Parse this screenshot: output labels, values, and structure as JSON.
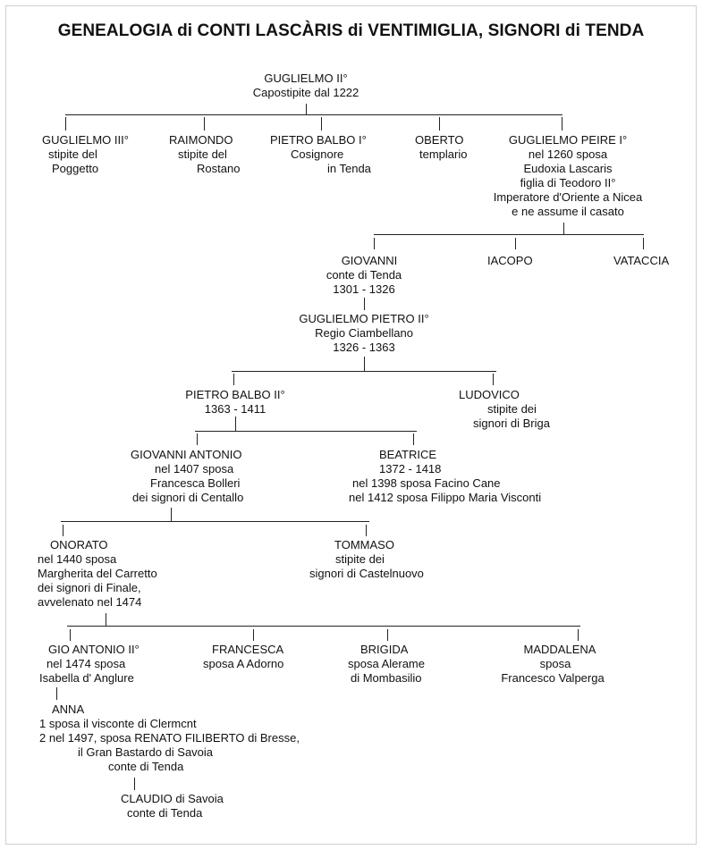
{
  "title": "GENEALOGIA di CONTI LASCÀRIS di VENTIMIGLIA, SIGNORI di TENDA",
  "nodes": {
    "guglielmo2": [
      "GUGLIELMO II°",
      "Capostipite dal 1222"
    ],
    "guglielmo3": [
      "GUGLIELMO III°",
      "stipite del",
      "Poggetto"
    ],
    "raimondo": [
      "RAIMONDO",
      "stipite del",
      "Rostano"
    ],
    "pietrobalbo1": [
      "PIETRO BALBO I°",
      "Cosignore",
      "in Tenda"
    ],
    "oberto": [
      "OBERTO",
      "templario"
    ],
    "guglielmopeire": [
      "GUGLIELMO PEIRE I°",
      "nel 1260 sposa",
      "Eudoxia Lascaris",
      "figlia di Teodoro II°",
      "Imperatore d'Oriente a Nicea",
      "e ne assume il casato"
    ],
    "giovanni": [
      "GIOVANNI",
      "conte di Tenda",
      "1301 - 1326"
    ],
    "iacopo": [
      "IACOPO"
    ],
    "vataccia": [
      "VATACCIA"
    ],
    "guglielmopietro": [
      "GUGLIELMO PIETRO II°",
      "Regio Ciambellano",
      "1326 - 1363"
    ],
    "pietrobalbo2": [
      "PIETRO BALBO II°",
      "1363 - 1411"
    ],
    "ludovico": [
      "LUDOVICO",
      "stipite dei",
      "signori di Briga"
    ],
    "gioantonio": [
      "GIOVANNI ANTONIO",
      "nel 1407 sposa",
      "Francesca Bolleri",
      "dei signori di Centallo"
    ],
    "beatrice": [
      "BEATRICE",
      "1372 - 1418",
      "nel 1398 sposa Facino Cane",
      "nel 1412 sposa Filippo Maria Visconti"
    ],
    "onorato": [
      "ONORATO",
      "nel 1440 sposa",
      "Margherita del Carretto",
      "dei signori di Finale,",
      "avvelenato nel 1474"
    ],
    "tommaso": [
      "TOMMASO",
      "stipite dei",
      "signori di Castelnuovo"
    ],
    "gioantonio2": [
      "GIO ANTONIO II°",
      "nel 1474 sposa",
      "Isabella d' Anglure"
    ],
    "francesca": [
      "FRANCESCA",
      "sposa A Adorno"
    ],
    "brigida": [
      "BRIGIDA",
      "sposa Alerame",
      "di Mombasilio"
    ],
    "maddalena": [
      "MADDALENA",
      "sposa",
      "Francesco Valperga"
    ],
    "anna": [
      "ANNA",
      "1 sposa il visconte di Clermcnt",
      "2 nel 1497, sposa RENATO FILIBERTO di Bresse,",
      "il Gran Bastardo di Savoia",
      "conte di Tenda"
    ],
    "claudio": [
      "CLAUDIO di Savoia",
      "conte di Tenda"
    ]
  }
}
